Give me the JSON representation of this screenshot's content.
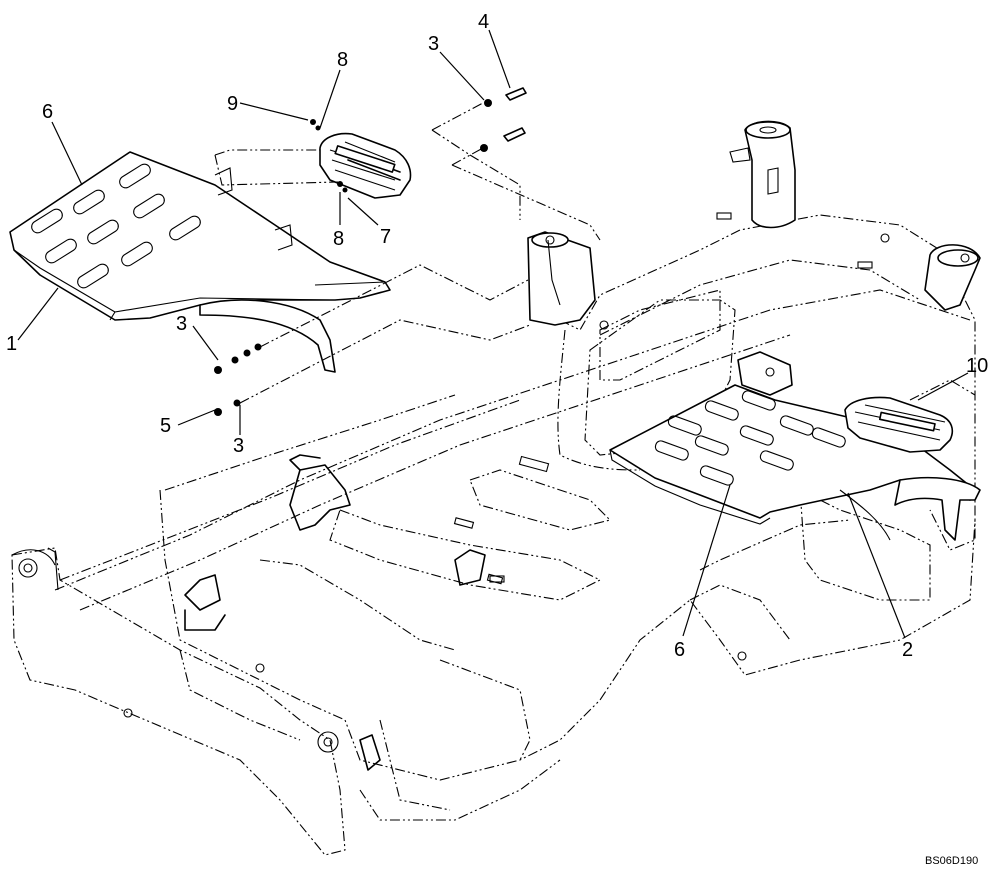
{
  "drawing_code": "BS06D190",
  "callouts": [
    {
      "id": "c1",
      "text": "1"
    },
    {
      "id": "c6a",
      "text": "6"
    },
    {
      "id": "c9",
      "text": "9"
    },
    {
      "id": "c8a",
      "text": "8"
    },
    {
      "id": "c8b",
      "text": "8"
    },
    {
      "id": "c7",
      "text": "7"
    },
    {
      "id": "c3a",
      "text": "3"
    },
    {
      "id": "c4",
      "text": "4"
    },
    {
      "id": "c3b",
      "text": "3"
    },
    {
      "id": "c5",
      "text": "5"
    },
    {
      "id": "c3c",
      "text": "3"
    },
    {
      "id": "c10",
      "text": "10"
    },
    {
      "id": "c6b",
      "text": "6"
    },
    {
      "id": "c2",
      "text": "2"
    }
  ]
}
